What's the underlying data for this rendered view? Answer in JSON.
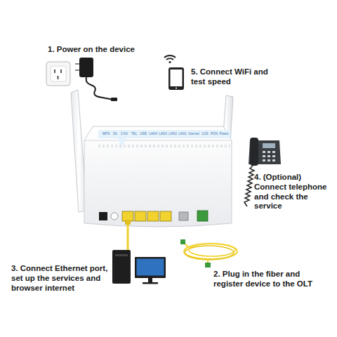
{
  "diagram": {
    "labels": [
      "1. Power on the device",
      "5. Connect WiFi and test speed",
      "WPS",
      "5G",
      "2.4G",
      "TEL",
      "USB",
      "LAN4",
      "LAN3",
      "LAN2",
      "LAN1",
      "Internet",
      "LOS",
      "PON",
      "Power",
      "4. (Optional) Connect telephone and check the service",
      "3. Connect Ethernet port, set up the services and browser internet",
      "2. Plug in the fiber and register device to the OLT"
    ]
  }
}
